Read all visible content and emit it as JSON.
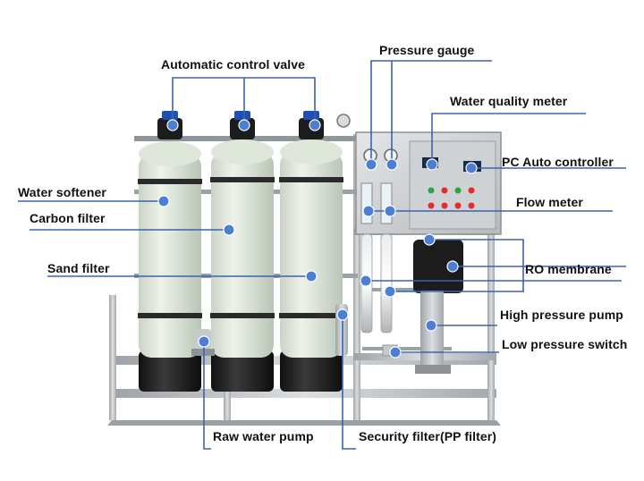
{
  "labels": {
    "automatic_control_valve": "Automatic control valve",
    "pressure_gauge": "Pressure gauge",
    "water_quality_meter": "Water quality meter",
    "pc_auto_controller": "PC Auto controller",
    "water_softener": "Water softener",
    "carbon_filter": "Carbon filter",
    "flow_meter": "Flow meter",
    "sand_filter": "Sand filter",
    "ro_membrane": "RO membrane",
    "high_pressure_pump": "High pressure pump",
    "low_pressure_switch": "Low pressure switch",
    "raw_water_pump": "Raw water pump",
    "security_filter": "Security filter(PP filter)"
  },
  "colors": {
    "leader_line": "#3b63b0",
    "marker_dot": "#4a7fd4",
    "tank_body": "#e3eade",
    "tank_base": "#1e1e1e",
    "steel_frame": "#b9bcbf",
    "control_cabinet": "#d6d8da"
  }
}
